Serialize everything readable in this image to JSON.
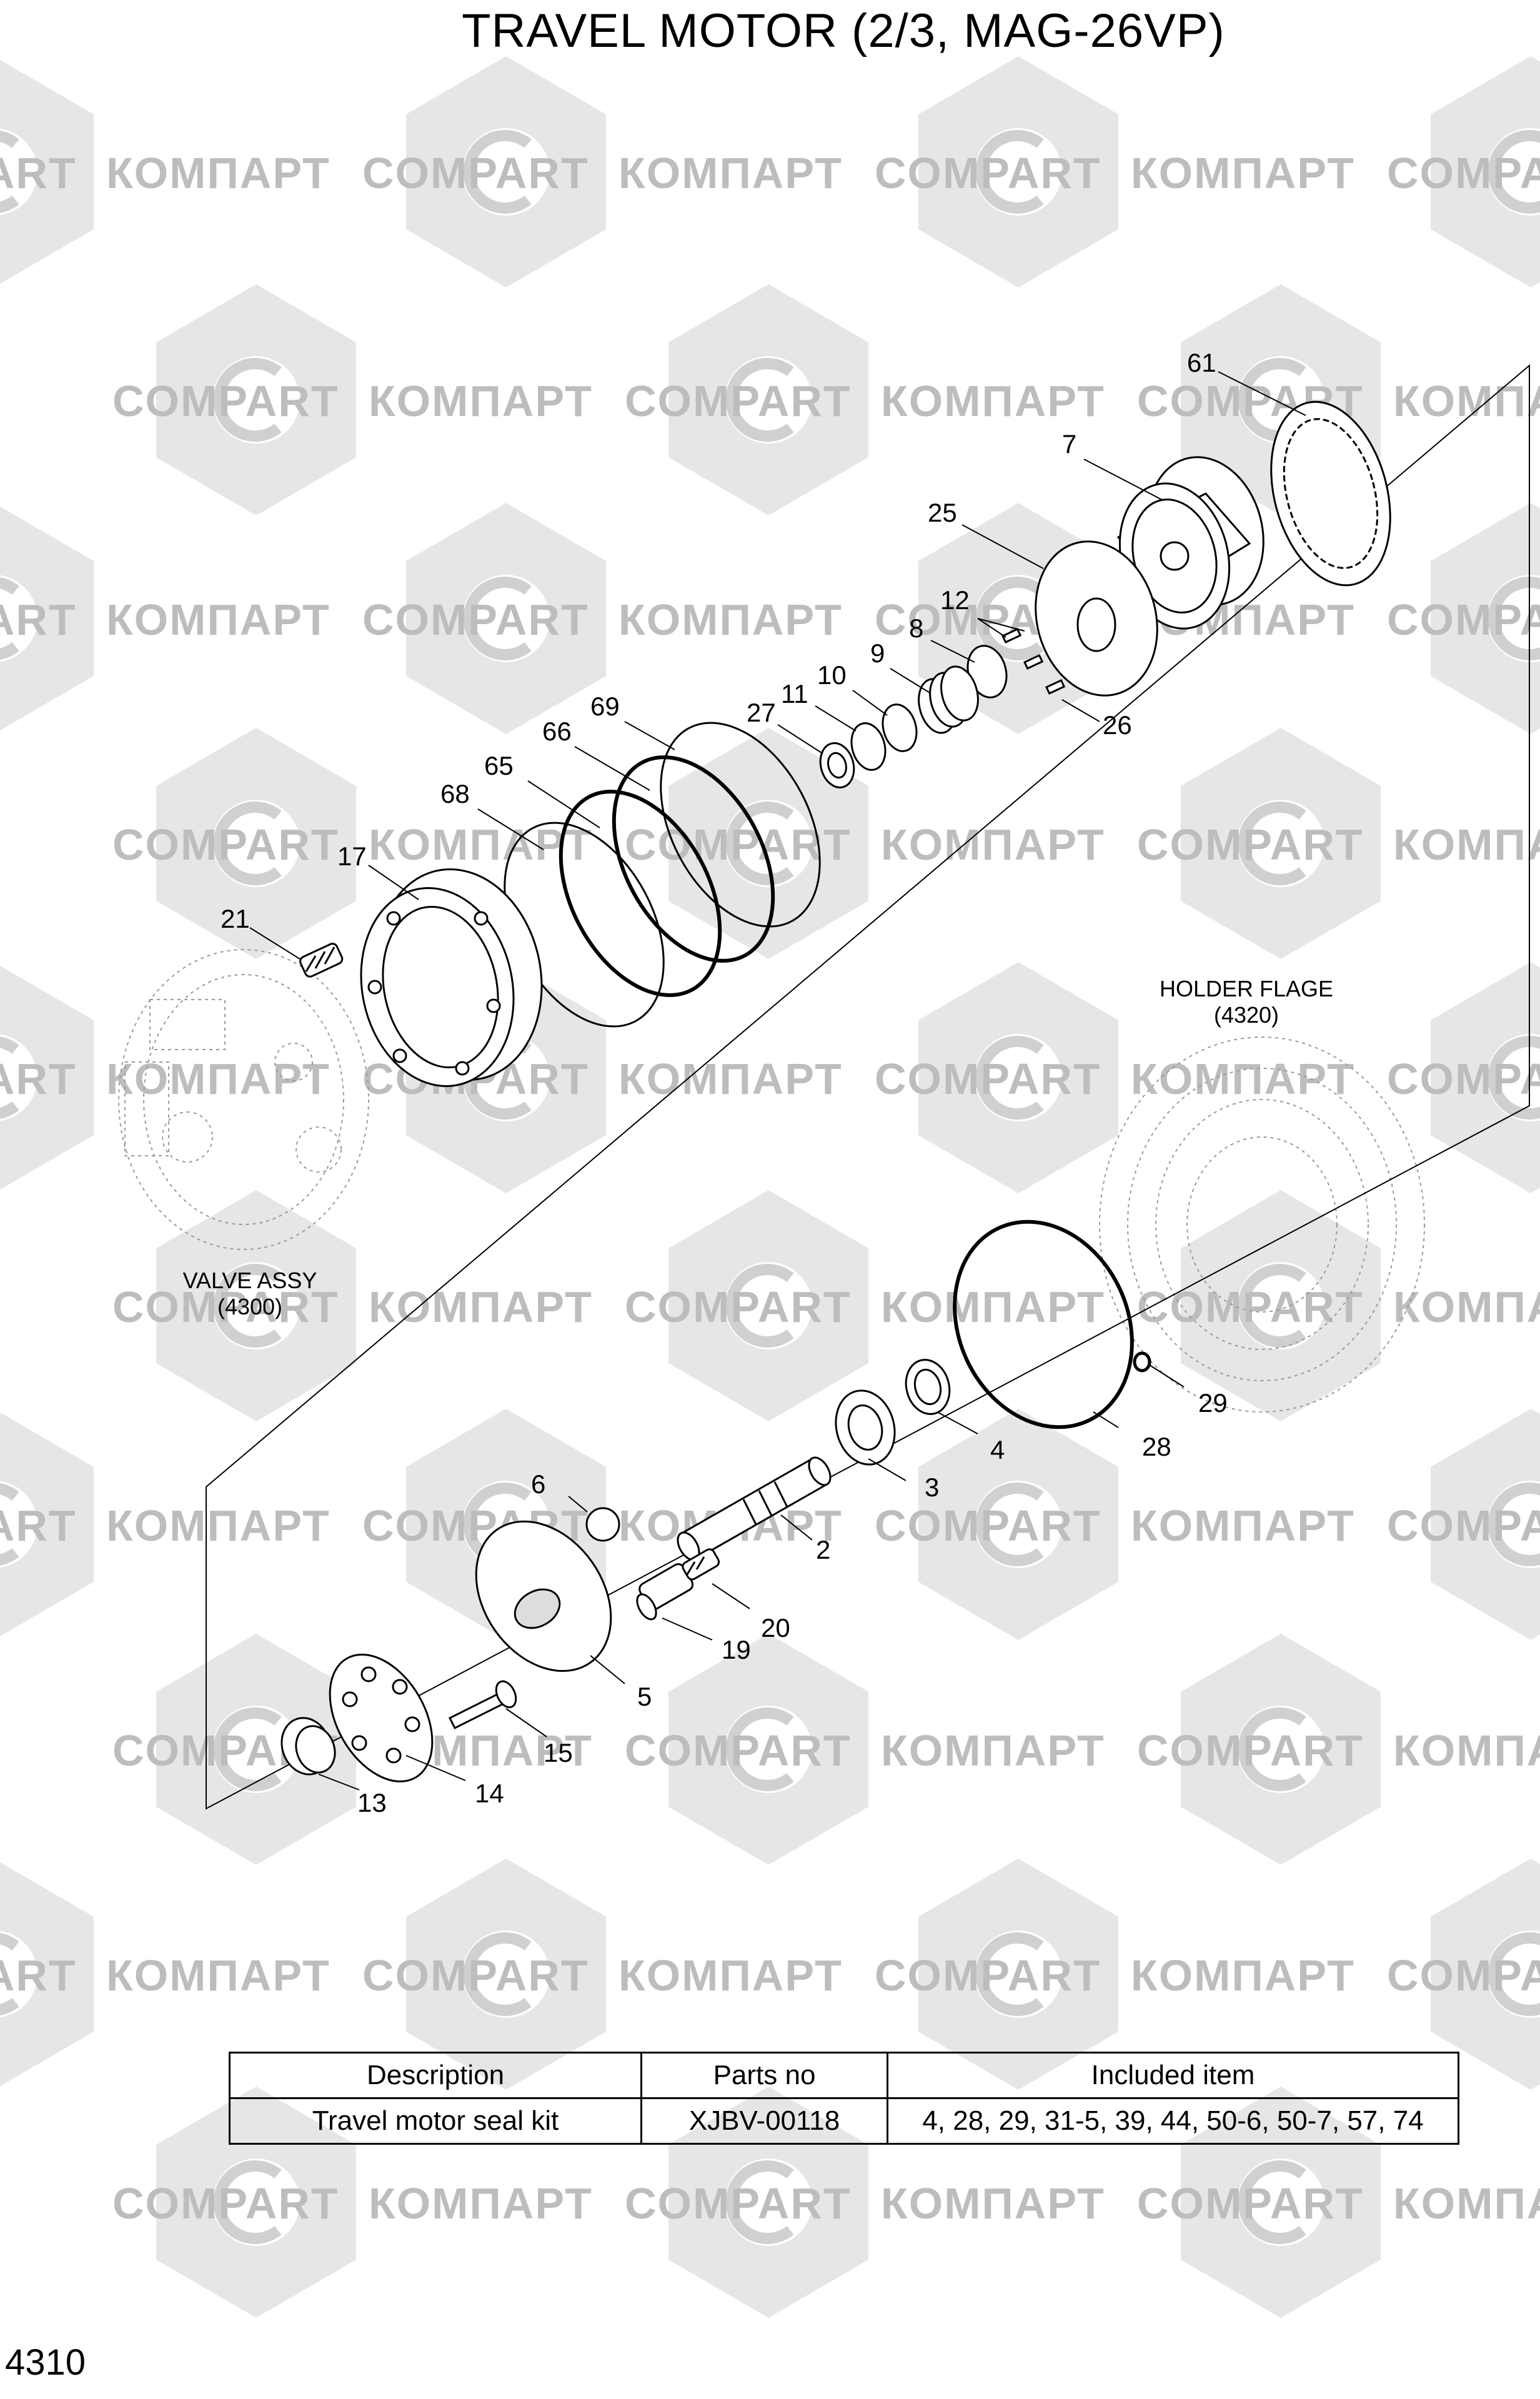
{
  "header": {
    "title": "TRAVEL MOTOR (2/3, MAG-26VP)"
  },
  "watermark": {
    "logo_text": "COMPART",
    "logo_text_cyrillic": "КОМПАРТ"
  },
  "callouts": [
    {
      "id": "61",
      "label": "61"
    },
    {
      "id": "7",
      "label": "7"
    },
    {
      "id": "25",
      "label": "25"
    },
    {
      "id": "12",
      "label": "12"
    },
    {
      "id": "8",
      "label": "8"
    },
    {
      "id": "9",
      "label": "9"
    },
    {
      "id": "10",
      "label": "10"
    },
    {
      "id": "11",
      "label": "11"
    },
    {
      "id": "27",
      "label": "27"
    },
    {
      "id": "26",
      "label": "26"
    },
    {
      "id": "69",
      "label": "69"
    },
    {
      "id": "66",
      "label": "66"
    },
    {
      "id": "65",
      "label": "65"
    },
    {
      "id": "68",
      "label": "68"
    },
    {
      "id": "17",
      "label": "17"
    },
    {
      "id": "21",
      "label": "21"
    },
    {
      "id": "29",
      "label": "29"
    },
    {
      "id": "28",
      "label": "28"
    },
    {
      "id": "4",
      "label": "4"
    },
    {
      "id": "3",
      "label": "3"
    },
    {
      "id": "6",
      "label": "6"
    },
    {
      "id": "2",
      "label": "2"
    },
    {
      "id": "20",
      "label": "20"
    },
    {
      "id": "19",
      "label": "19"
    },
    {
      "id": "5",
      "label": "5"
    },
    {
      "id": "15",
      "label": "15"
    },
    {
      "id": "14",
      "label": "14"
    },
    {
      "id": "13",
      "label": "13"
    }
  ],
  "notes": {
    "holder_flange": "HOLDER FLAGE",
    "holder_flange_ref": "(4320)",
    "valve_assy": "VALVE ASSY",
    "valve_assy_ref": "(4300)"
  },
  "kit_table": {
    "headers": [
      "Description",
      "Parts no",
      "Included item"
    ],
    "rows": [
      [
        "Travel motor seal kit",
        "XJBV-00118",
        "4, 28, 29, 31-5, 39, 44, 50-6, 50-7, 57, 74"
      ]
    ]
  },
  "footer": {
    "page_number": "4310"
  }
}
